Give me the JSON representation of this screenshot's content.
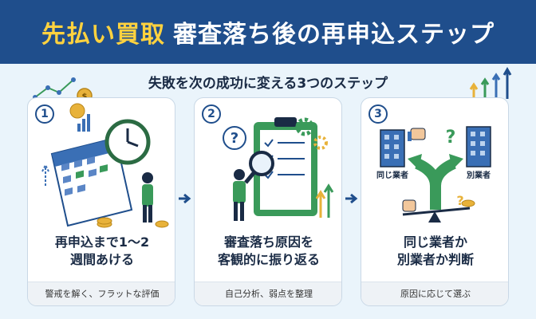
{
  "header": {
    "title_accent": "先払い買取",
    "title_main": "審査落ち後の再申込ステップ"
  },
  "subtitle": "失敗を次の成功に変える3つのステップ",
  "steps": [
    {
      "number": "1",
      "title_line1": "再申込まで1〜2",
      "title_line2": "週間あける",
      "note": "警戒を解く、フラットな評価"
    },
    {
      "number": "2",
      "title_line1": "審査落ち原因を",
      "title_line2": "客観的に振り返る",
      "note": "自己分析、弱点を整理"
    },
    {
      "number": "3",
      "title_line1": "同じ業者か",
      "title_line2": "別業者か判断",
      "note": "原因に応じて選ぶ"
    }
  ],
  "step3_labels": {
    "left": "同じ業者",
    "right": "別業者"
  },
  "colors": {
    "banner": "#1f4e8c",
    "accent_yellow": "#ffd23f",
    "green": "#3a9a5a",
    "blue": "#3a6fb5",
    "coin": "#e8b23a"
  }
}
